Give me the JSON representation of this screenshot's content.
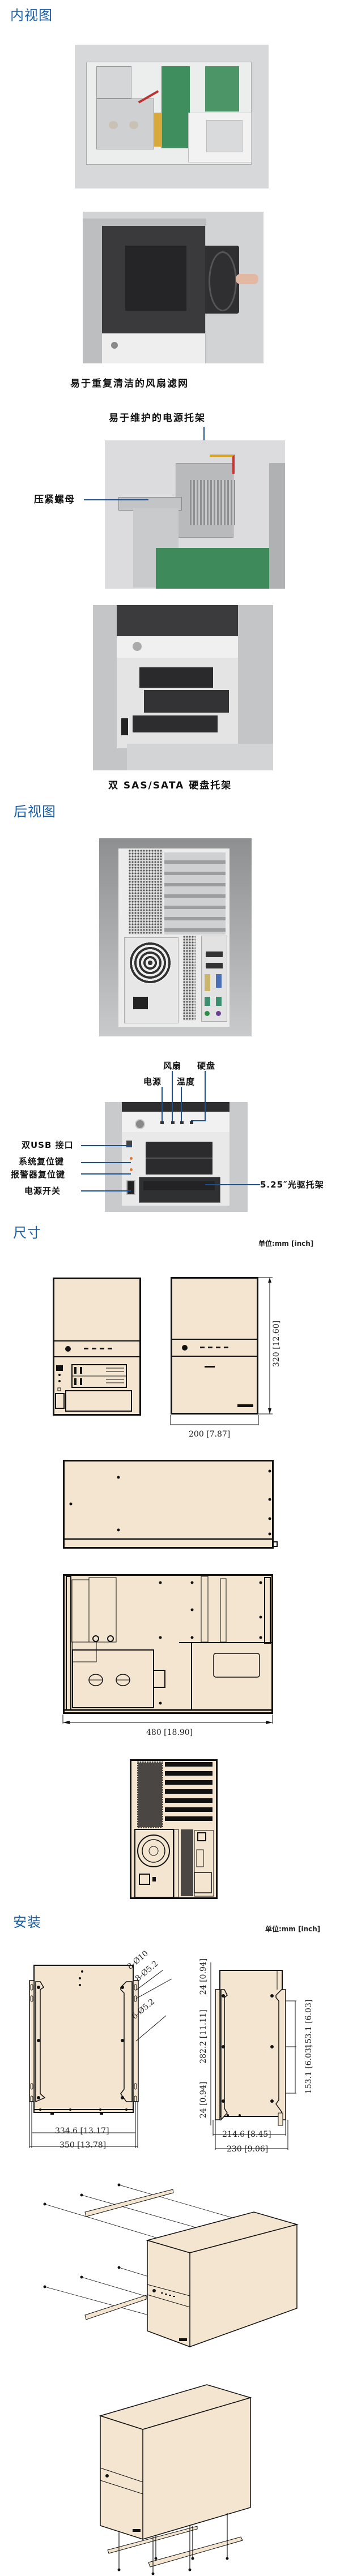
{
  "sections": {
    "interior": "内视图",
    "rear": "后视图",
    "dimensions": "尺寸",
    "installation": "安装"
  },
  "captions": {
    "fan_filter": "易于重复清洁的风扇滤网",
    "psu_bracket": "易于维护的电源托架",
    "clamp_nut": "压紧螺母",
    "hdd_tray": "双 SAS/SATA 硬盘托架"
  },
  "front_panel": {
    "indicators": {
      "fan": "风扇",
      "hdd": "硬盘",
      "power": "电源",
      "temp": "温度"
    },
    "left_labels": {
      "usb": "双USB 接口",
      "sys_reset": "系统复位键",
      "alarm_reset": "报警器复位键",
      "power_switch": "电源开关"
    },
    "right_labels": {
      "odd_bay": "5.25″光驱托架"
    }
  },
  "dimensions": {
    "unit": "单位:mm [inch]",
    "height": "320 [12.60]",
    "depth": "200 [7.87]",
    "length": "480 [18.90]"
  },
  "installation": {
    "unit": "单位:mm [inch]",
    "hole_a": "8-Ø10",
    "hole_b": "8-Ø5.2",
    "hole_c": "6-Ø5.2",
    "inner_width": "334.6 [13.17]",
    "outer_width": "350 [13.78]",
    "top_offset": "24 [0.94]",
    "mid_span": "282.2 [11.11]",
    "bottom_offset": "24 [0.94]",
    "inner_width_2": "214.6 [8.45]",
    "outer_width_2": "230 [9.06]",
    "pitch_upper": "153.1 [6.03]",
    "pitch_lower": "153.1 [6.03]"
  }
}
